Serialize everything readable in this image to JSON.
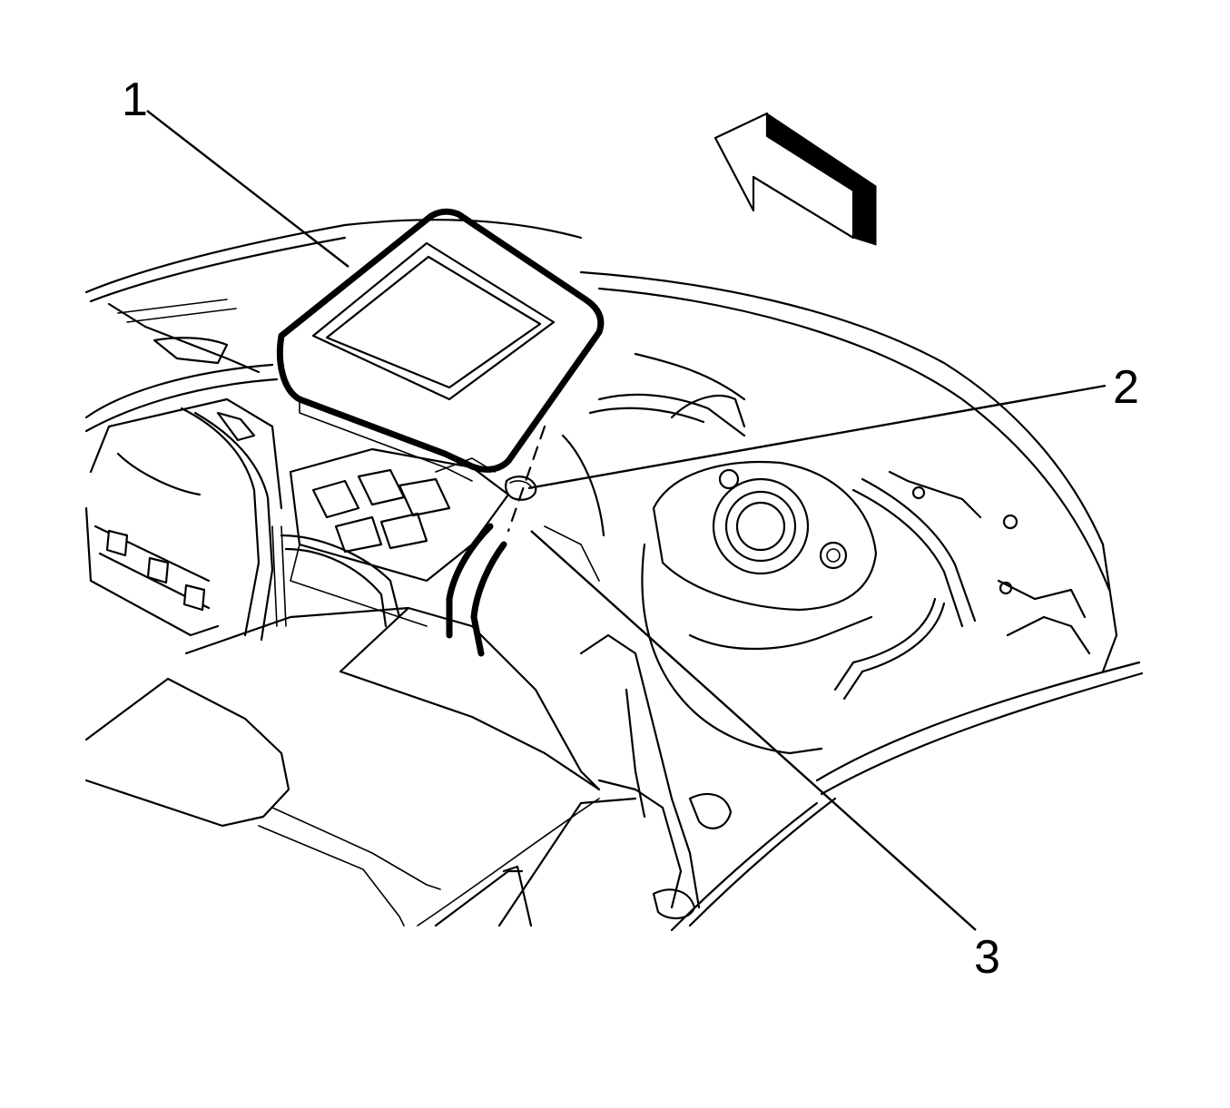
{
  "callouts": [
    {
      "label": "1"
    },
    {
      "label": "2"
    },
    {
      "label": "3"
    }
  ],
  "icons": {
    "direction_arrow": "front-direction-arrow-icon"
  },
  "colors": {
    "line": "#000000",
    "background": "#ffffff"
  }
}
